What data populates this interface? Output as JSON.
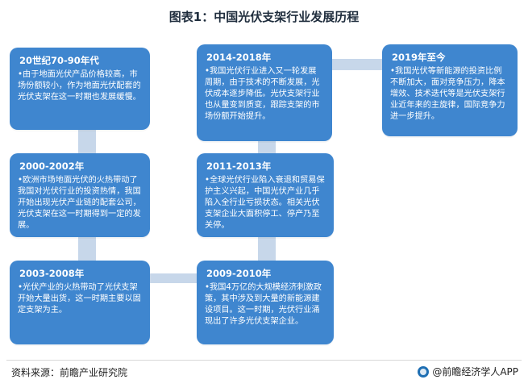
{
  "title": "图表1：中国光伏支架行业发展历程",
  "boxes": [
    {
      "period": "20世纪70-90年代",
      "desc": "•由于地面光伏产品价格较高，市场份额较小，作为地面光伏配套的光伏支架在这一时期也发展缓慢。"
    },
    {
      "period": "2000-2002年",
      "desc": "•欧洲市场地面光伏的火热带动了我国对光伏行业的投资热情，我国开始出现光伏产业链的配套公司，光伏支架在这一时期得到一定的发展。"
    },
    {
      "period": "2003-2008年",
      "desc": "•光伏产业的火热带动了光伏支架开始大量出货，这一时期主要以固定支架为主。"
    },
    {
      "period": "2009-2010年",
      "desc": "•我国4万亿的大规模经济刺激政策，其中涉及到大量的新能源建设项目。这一时期，光伏行业涌现出了许多光伏支架企业。"
    },
    {
      "period": "2011-2013年",
      "desc": "•全球光伏行业陷入衰退和贸易保护主义兴起，中国光伏产业几乎陷入全行业亏损状态。相关光伏支架企业大面积停工、停产乃至关停。"
    },
    {
      "period": "2014-2018年",
      "desc": "•我国光伏行业进入又一轮发展周期，由于技术的不断发展，光伏成本逐步降低。光伏支架行业也从量变到质变，跟踪支架的市场份额开始提升。"
    },
    {
      "period": "2019年至今",
      "desc": "•我国光伏等新能源的投资比例不断加大，面对竞争压力，降本增效、技术迭代等是光伏支架行业近年来的主旋律，国际竞争力进一步提升。"
    }
  ],
  "footer": {
    "source": "资料来源：前瞻产业研究院",
    "brand": "@前瞻经济学人APP"
  }
}
